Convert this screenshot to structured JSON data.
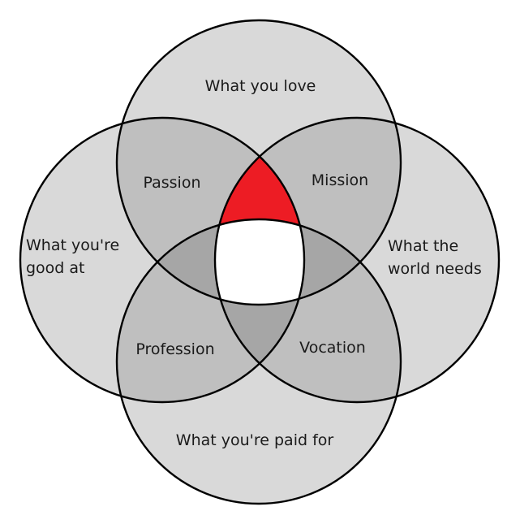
{
  "diagram": {
    "circles": {
      "love": "What you love",
      "good_at": [
        "What you're",
        "good at"
      ],
      "world_needs": [
        "What the",
        "world needs"
      ],
      "paid_for": "What you're paid for"
    },
    "overlaps": {
      "passion": "Passion",
      "mission": "Mission",
      "profession": "Profession",
      "vocation": "Vocation"
    },
    "colors": {
      "single_region": "#d9d9d9",
      "double_overlap": "#bfbfbf",
      "triple_overlap": "#a6a6a6",
      "highlight": "#ed1c24",
      "center": "#ffffff",
      "outline": "#000000"
    }
  }
}
